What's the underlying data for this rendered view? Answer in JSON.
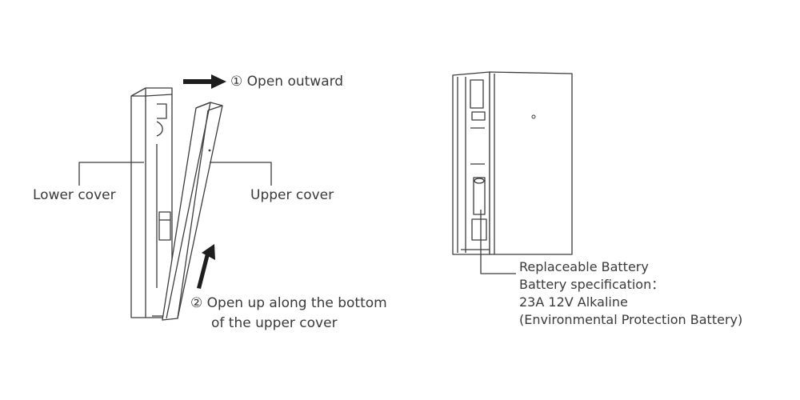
{
  "left_figure": {
    "step1_label": "① Open outward",
    "lower_cover_label": "Lower cover",
    "upper_cover_label": "Upper cover",
    "step2_label_line1": "② Open up along the bottom",
    "step2_label_line2": "of the upper cover"
  },
  "right_figure": {
    "battery_lines": [
      "Replaceable Battery",
      "Battery specification：",
      "23A 12V Alkaline",
      "(Environmental Protection Battery)"
    ]
  },
  "colors": {
    "line": "#3c3c3c",
    "label": "#3a3a3a",
    "arrow": "#1e1e1e"
  },
  "icons": [
    "arrow-right-icon",
    "arrow-up-icon"
  ]
}
